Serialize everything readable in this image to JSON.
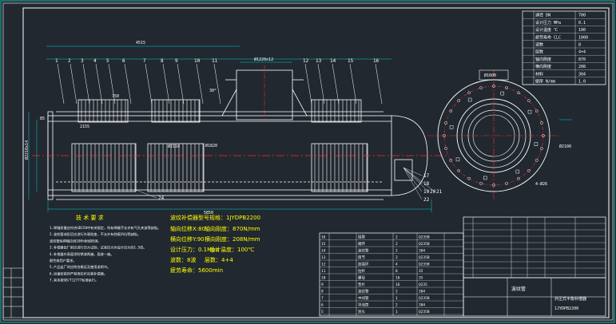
{
  "colors": {
    "background": "#212830",
    "line": "#ffffff",
    "frame_outer": "#19b5a5",
    "centerline": "#ff2b2b",
    "spec_text": "#ffff00",
    "dim": "#00d2d2"
  },
  "balloons": [
    "1",
    "2",
    "3",
    "4",
    "5",
    "6",
    "7",
    "8",
    "9",
    "10",
    "11",
    "12",
    "13",
    "14",
    "15",
    "16"
  ],
  "balloons_right": [
    "17",
    "18",
    "19",
    "20",
    "21",
    "22"
  ],
  "balloon_bottom": "24",
  "spec": {
    "title": "波纹补偿器型号规格：1JYDPB2200",
    "row1a": "轴向位移X:80",
    "row1b": "轴向刚度：870N/mm",
    "row2a": "横向位移Y:90",
    "row2b": "横向刚度：208N/mm",
    "row3a": "设计压力：0.1Mpa",
    "row3b": "设计温度：100℃",
    "row4a": "波数：8波",
    "row4b": "层数：4+4",
    "row5": "疲劳寿命：5600min"
  },
  "notes": {
    "heading": "技 术 要 求",
    "lines": [
      "1.焊缝质量应符合GB150中有关规定，所有焊缝不允许有气孔夹渣等缺陷。",
      "2.波纹管成形后应进行外观检查，不允许有划痕凹坑等缺陷。",
      "  波纹管纵焊缝应经100%射线检测。",
      "3.补偿器出厂前应进行压力试验，试验压力为设计压力的1.5倍。",
      "4.补偿器外表面涂防锈漆两遍，面漆一遍。",
      "  颜色按用户要求。",
      "5.产品出厂时应附合格证及使用说明书。",
      "6.运输安装时严禁用拉杆吊装补偿器。",
      "7.其余按GB/T12777标准执行。"
    ]
  },
  "param_table": {
    "rows": [
      {
        "label": "通径",
        "unit": "DN",
        "value": "700"
      },
      {
        "label": "设计压力",
        "unit": "MPa",
        "value": "0.1"
      },
      {
        "label": "设计温度",
        "unit": "℃",
        "value": "100"
      },
      {
        "label": "疲劳寿命",
        "unit": "CLC",
        "value": "1000"
      },
      {
        "label": "波数",
        "unit": "",
        "value": "8"
      },
      {
        "label": "层数",
        "unit": "",
        "value": "4+4"
      },
      {
        "label": "轴向刚度",
        "unit": "",
        "value": "870"
      },
      {
        "label": "横向刚度",
        "unit": "",
        "value": "208"
      },
      {
        "label": "材料",
        "unit": "",
        "value": "304"
      },
      {
        "label": "壁厚",
        "unit": "N/mm",
        "value": "1.0"
      }
    ]
  },
  "dims": {
    "overall_top": "4515",
    "overall_bottom": "5850",
    "left_offset": "85",
    "spacing": "750",
    "pipe_len": "2155",
    "bellows_od": "Ø2110",
    "bellows_od2": "Ø1820",
    "side_od": "Ø1600",
    "height": "Ø2210x14",
    "angle": "30°",
    "branch": "Ø1220x12",
    "right_dim": "Ø2100",
    "bolt": "4-Ø26"
  },
  "title_block": {
    "product": "外压式平衡补偿器",
    "company": "波纹管",
    "drawing_no": "1JYDPB2200"
  },
  "bom": {
    "rows": [
      {
        "no": "16",
        "name": "接管",
        "qty": "2",
        "mat": "Q235B"
      },
      {
        "no": "15",
        "name": "端环",
        "qty": "2",
        "mat": "Q235B"
      },
      {
        "no": "14",
        "name": "波纹管",
        "qty": "2",
        "mat": "304"
      },
      {
        "no": "13",
        "name": "筒节",
        "qty": "2",
        "mat": "Q235B"
      },
      {
        "no": "12",
        "name": "加强环",
        "qty": "4",
        "mat": "Q235B"
      },
      {
        "no": "11",
        "name": "拉杆",
        "qty": "8",
        "mat": "35"
      },
      {
        "no": "10",
        "name": "螺母",
        "qty": "16",
        "mat": "35"
      },
      {
        "no": "9",
        "name": "垫片",
        "qty": "16",
        "mat": "Q235"
      },
      {
        "no": "8",
        "name": "波纹管",
        "qty": "2",
        "mat": "304"
      },
      {
        "no": "7",
        "name": "中间管",
        "qty": "1",
        "mat": "Q235B"
      },
      {
        "no": "6",
        "name": "导流筒",
        "qty": "2",
        "mat": "304"
      },
      {
        "no": "5",
        "name": "封头",
        "qty": "1",
        "mat": "Q235B"
      }
    ]
  }
}
